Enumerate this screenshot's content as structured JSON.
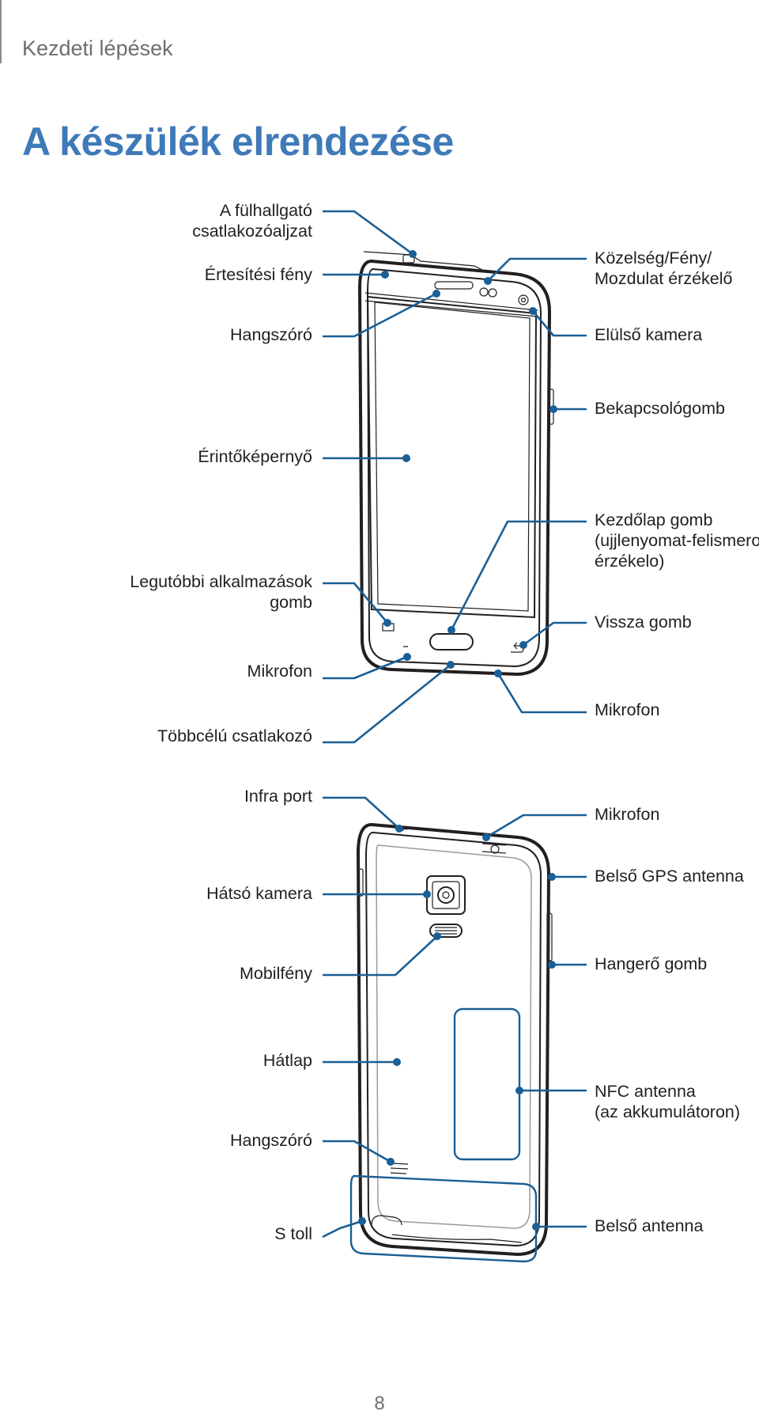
{
  "header": {
    "breadcrumb": "Kezdeti lépések"
  },
  "title": "A készülék elrendezése",
  "front_view": {
    "left_labels": {
      "headset_jack": [
        "A fülhallgató",
        "csatlakozóaljzat"
      ],
      "notification_light": "Értesítési fény",
      "speaker": "Hangszóró",
      "touchscreen": "Érintőképernyő",
      "recent_apps": [
        "Legutóbbi alkalmazások",
        "gomb"
      ],
      "microphone": "Mikrofon",
      "multipurpose_jack": "Többcélú csatlakozó"
    },
    "right_labels": {
      "proximity_sensor": [
        "Közelség/Fény/",
        "Mozdulat érzékelő"
      ],
      "front_camera": "Elülső kamera",
      "power_button": "Bekapcsológomb",
      "home_button": [
        "Kezdőlap gomb",
        "(ujjlenyomat-felismero",
        "érzékelo)"
      ],
      "back_button": "Vissza gomb",
      "microphone": "Mikrofon"
    }
  },
  "back_view": {
    "left_labels": {
      "ir_port": "Infra port",
      "rear_camera": "Hátsó kamera",
      "flash": "Mobilfény",
      "back_cover": "Hátlap",
      "speaker": "Hangszóró",
      "s_pen": "S toll"
    },
    "right_labels": {
      "microphone": "Mikrofon",
      "gps_antenna": "Belső GPS antenna",
      "volume_button": "Hangerő gomb",
      "nfc_antenna": [
        "NFC antenna",
        "(az akkumulátoron)"
      ],
      "main_antenna": "Belső antenna"
    }
  },
  "page_number": "8",
  "colors": {
    "title": "#3f7ab8",
    "leader": "#1a5f95",
    "text": "#231f20",
    "muted": "#6d6e71"
  }
}
